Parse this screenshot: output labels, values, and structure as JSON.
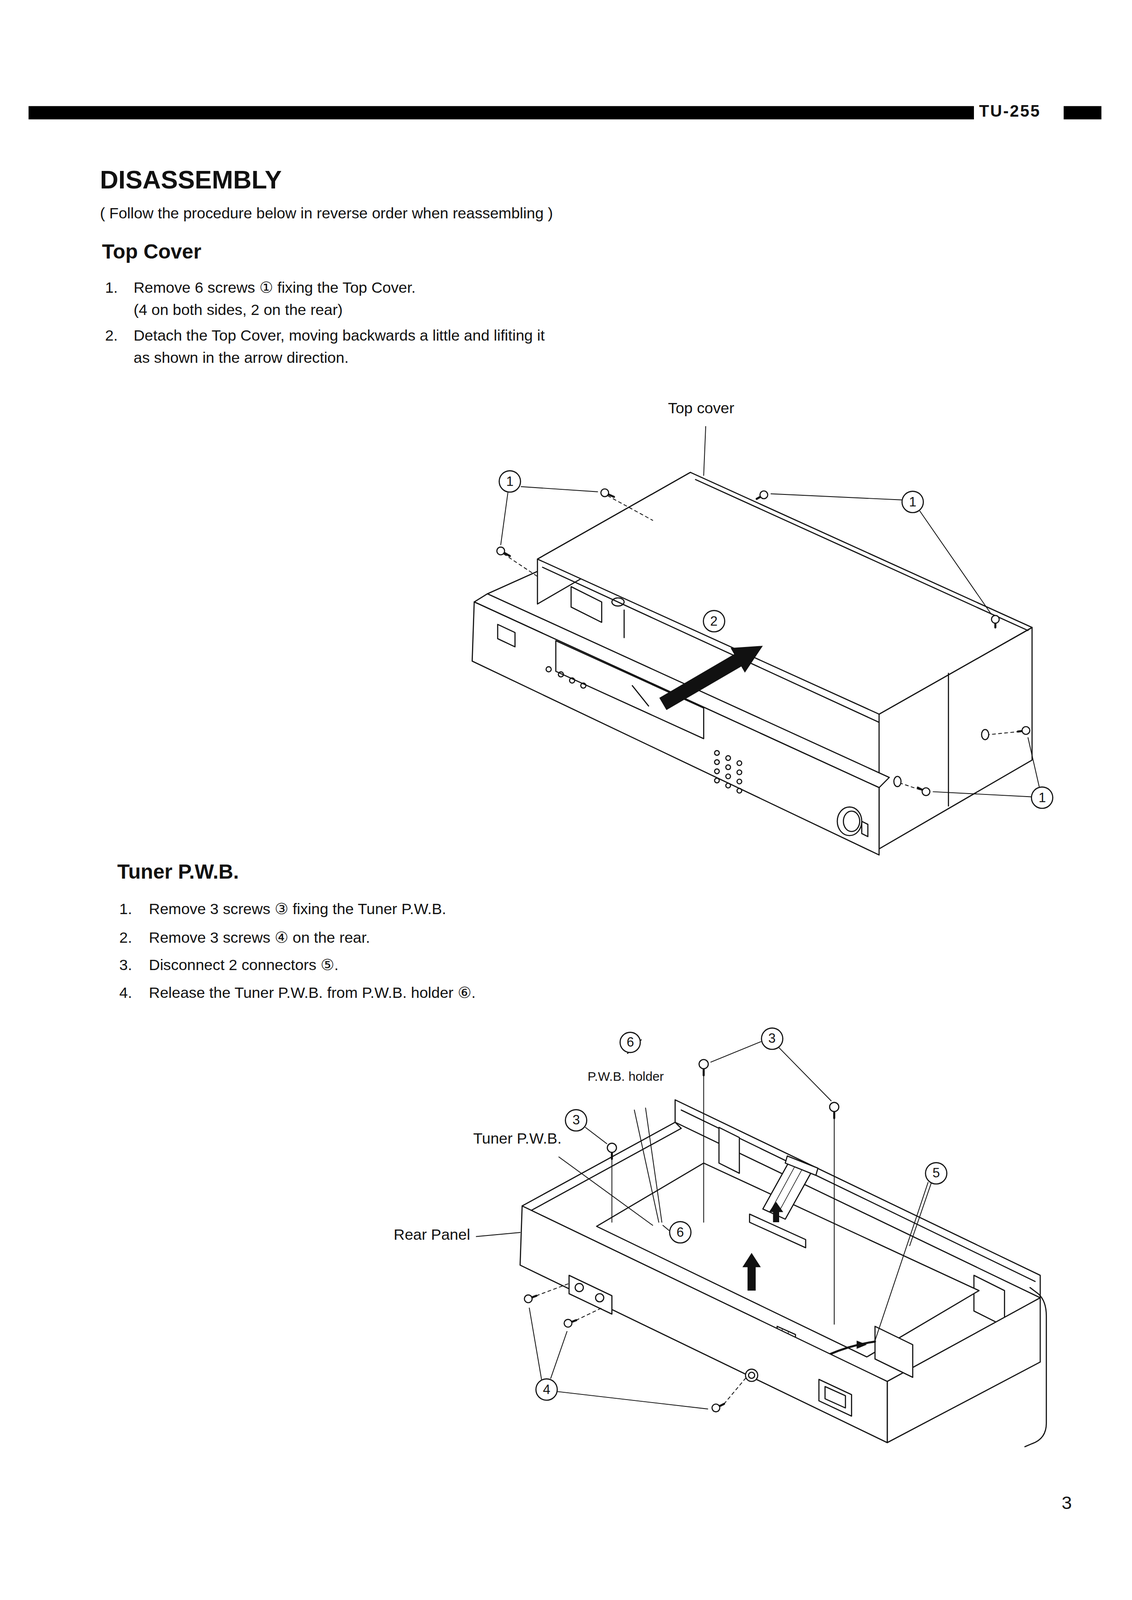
{
  "diagram": {
    "title": "DISASSEMBLY",
    "nodes": [
      {
        "text": [
          "1"
        ]
      },
      {
        "text": [
          "1"
        ]
      },
      {
        "text": [
          "2"
        ]
      },
      {
        "text": [
          "1"
        ]
      },
      {
        "text": [
          "P.W.B. holder"
        ]
      },
      {
        "text": [
          "6"
        ],
        "in": 4
      },
      {
        "text": [
          "3"
        ]
      },
      {
        "text": [
          "3"
        ]
      },
      {
        "text": [
          "5"
        ]
      },
      {
        "text": [
          "6"
        ]
      },
      {
        "text": [
          "4"
        ]
      }
    ],
    "labels": [
      "TU-255",
      "( Follow the procedure below in reverse order when reassembling )",
      "Top Cover",
      "1.",
      "Remove 6 screws ① fixing the Top Cover. (4 on both sides, 2 on the rear)",
      "2.",
      "Detach the Top Cover, moving backwards a little and lifiting it as shown in the arrow direction.",
      "Top cover",
      "Tuner P.W.B.",
      "1.",
      "Remove 3 screws ③ fixing the Tuner P.W.B.",
      "2.",
      "Remove 3 screws ④ on the rear.",
      "3.",
      "Disconnect 2 connectors ⑤.",
      "4.",
      "Release the Tuner P.W.B. from P.W.B. holder ⑥.",
      "Tuner P.W.B.",
      "Rear Panel",
      "3"
    ]
  }
}
